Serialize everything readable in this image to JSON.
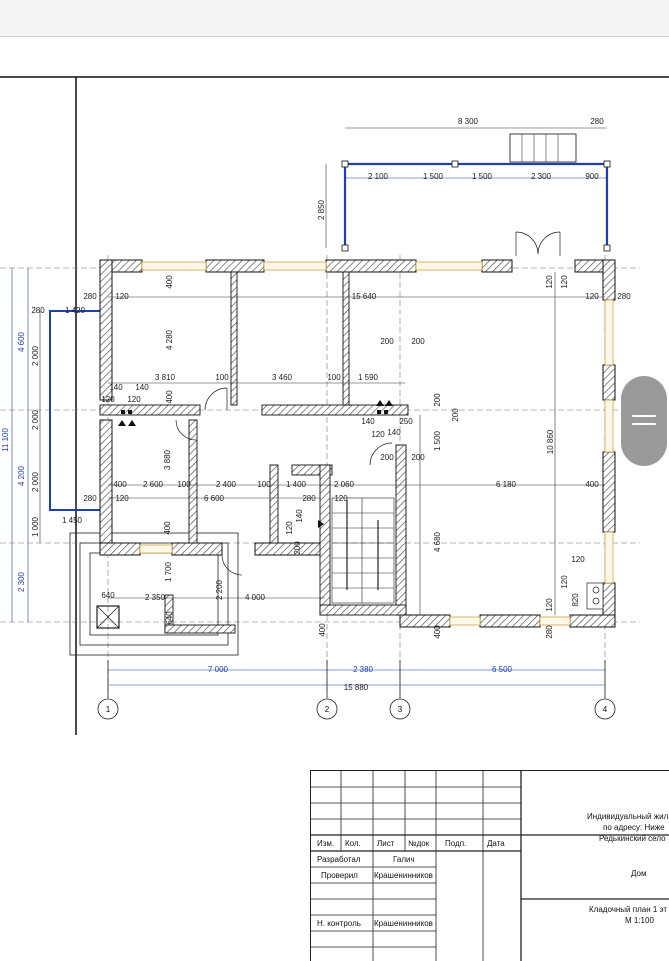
{
  "top_dims": {
    "overall": "8 300",
    "overall_right": "280",
    "segments": [
      "2 100",
      "1 500",
      "1 500",
      "2 300",
      "900"
    ],
    "vertical": "2 850"
  },
  "left_dims": {
    "outer": [
      "4 600",
      "11 100",
      "4 200",
      "2 300"
    ],
    "inner": [
      "2 000",
      "2 000",
      "2 000",
      "1 000"
    ],
    "top_left": [
      "280",
      "1 420"
    ],
    "offset": "1 450"
  },
  "interior_dims": [
    "280",
    "120",
    "15 640",
    "120",
    "280",
    "4 280",
    "400",
    "400",
    "120",
    "120",
    "3 810",
    "100",
    "3 460",
    "100",
    "1 590",
    "200",
    "200",
    "200",
    "200",
    "140",
    "120",
    "140",
    "120",
    "140",
    "120",
    "140",
    "250",
    "200",
    "200",
    "1 500",
    "10 860",
    "3 880",
    "400",
    "2 600",
    "100",
    "2 400",
    "100",
    "1 400",
    "2 060",
    "6 180",
    "400",
    "280",
    "120",
    "6 600",
    "280",
    "120",
    "120",
    "140",
    "200",
    "400",
    "4 680",
    "1 700",
    "640",
    "2 350",
    "2 200",
    "4 000",
    "640",
    "120",
    "120",
    "820",
    "400",
    "280",
    "120",
    "400"
  ],
  "bottom_dims": {
    "segments": [
      "7 000",
      "2 380",
      "6 500"
    ],
    "overall": "15 880"
  },
  "axes": [
    "1",
    "2",
    "3",
    "4"
  ],
  "stamp": {
    "col_headers": [
      "Изм.",
      "Кол.",
      "Лист",
      "№док",
      "Подп.",
      "Дата"
    ],
    "roles": [
      "Разработал",
      "Проверил",
      "Н. контроль"
    ],
    "names": [
      "Галич",
      "Крашенинников",
      "Крашенинников"
    ],
    "project_lines": [
      "Индивидуальный жил",
      "по адресу: Ниже",
      "Редькинский село"
    ],
    "building": "Дом",
    "sheet_title": "Кладочный план 1 эт",
    "scale": "М 1:100"
  },
  "colors": {
    "dimension_blue": "#1f3fb0",
    "wall_hatch": "#555555",
    "window": "#e0b060"
  }
}
